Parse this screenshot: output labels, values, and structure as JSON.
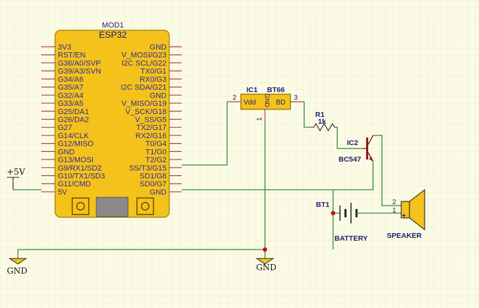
{
  "module": {
    "ref": "MOD1",
    "name": "ESP32",
    "left_pins": [
      "3V3",
      "RST/EN",
      "G36/A0/SVP",
      "G39/A3/SVN",
      "G34/A6",
      "G35/A7",
      "G32/A4",
      "G33/A5",
      "G25/DA1",
      "G26/DA2",
      "G27",
      "G14/CLK",
      "G12/MISO",
      "GND",
      "G13/MOSI",
      "G9/RX1/SD2",
      "G10/TX1/SD3",
      "G11/CMD",
      "5V"
    ],
    "right_pins": [
      "GND",
      "V_MOSI/G23",
      "I2C SCL/G22",
      "TX0/G1",
      "RX0/G3",
      "I2C SDA/G21",
      "GND",
      "V_MISO/G19",
      "V_SCK/G18",
      "V_SS/G5",
      "TX2/G17",
      "RX2/G16",
      "T0/G4",
      "T1/G0",
      "T2/G2",
      "SS/T3/G15",
      "SD1/G8",
      "SD0/G7",
      "GND"
    ],
    "color": "#f5c21b"
  },
  "ic1": {
    "ref": "IC1",
    "part": "BT66",
    "pin_vdd": "Vdd",
    "pin_gnd": "GND",
    "pin_bd": "BD",
    "pin2": "2",
    "pin3": "3",
    "pin1": "1",
    "color": "#f5c21b"
  },
  "r1": {
    "ref": "R1",
    "value": "1k"
  },
  "ic2": {
    "ref": "IC2",
    "part": "BC547"
  },
  "bt1": {
    "ref": "BT1",
    "label": "BATTERY"
  },
  "speaker": {
    "label": "SPEAKER",
    "pin2": "2",
    "pin1": "1",
    "plus": "+",
    "color": "#f5c21b"
  },
  "power": {
    "vcc": "+5V",
    "gnd_left": "GND",
    "gnd_mid": "GND"
  },
  "colors": {
    "wire": "#2f8a3a",
    "text": "#1d1d70",
    "grid": "#ecebc9",
    "junction": "#c01818"
  }
}
